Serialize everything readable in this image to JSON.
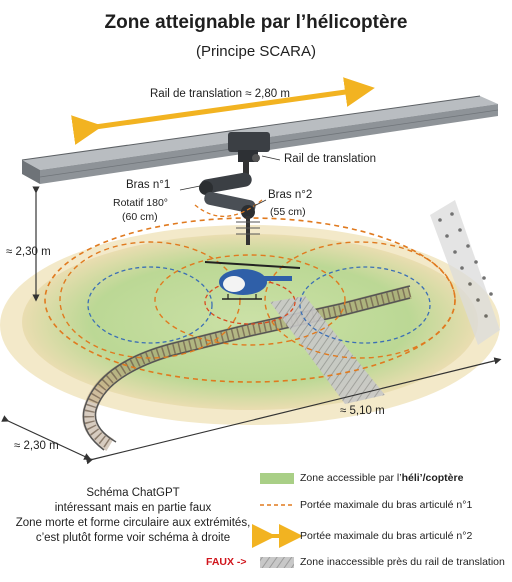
{
  "title": "Zone atteignable par l’hélicoptère",
  "subtitle": "(Principe SCARA)",
  "labels": {
    "rail_length": "Rail de translation ≈ 2,80 m",
    "rail": "Rail de translation",
    "arm1": "Bras n°1",
    "arm1_detail_1": "Rotatif 180°",
    "arm1_detail_2": "(60 cm)",
    "arm2": "Bras n°2",
    "arm2_detail": "(55 cm)",
    "height": "≈ 2,30 m",
    "width": "≈ 5,10 m",
    "depth": "≈ 2,30 m"
  },
  "note": {
    "line1": "Schéma ChatGPT",
    "line2": "intéressant mais en partie faux",
    "line3": "Zone morte et forme circulaire aux extrémités,",
    "line4": "c’est plutôt forme voir schéma à droite"
  },
  "legend": {
    "green_prefix": "Zone accessible par l’",
    "green_bold": "héli’/coptère",
    "orange_dashed": "Portée maximale du bras articulé n°1",
    "yellow_arrow": "Portée maximale du bras articulé n°2",
    "faux_label": "FAUX ->",
    "grey": "Zone inaccessible près du rail de translation"
  },
  "colors": {
    "green_zone": "#a9cf86",
    "orange_dash": "#e07a1f",
    "yellow_arrow": "#f2b321",
    "blue_dash": "#3c6fb5",
    "grey_zone": "#b8b8b8",
    "faux": "#d0141b"
  }
}
